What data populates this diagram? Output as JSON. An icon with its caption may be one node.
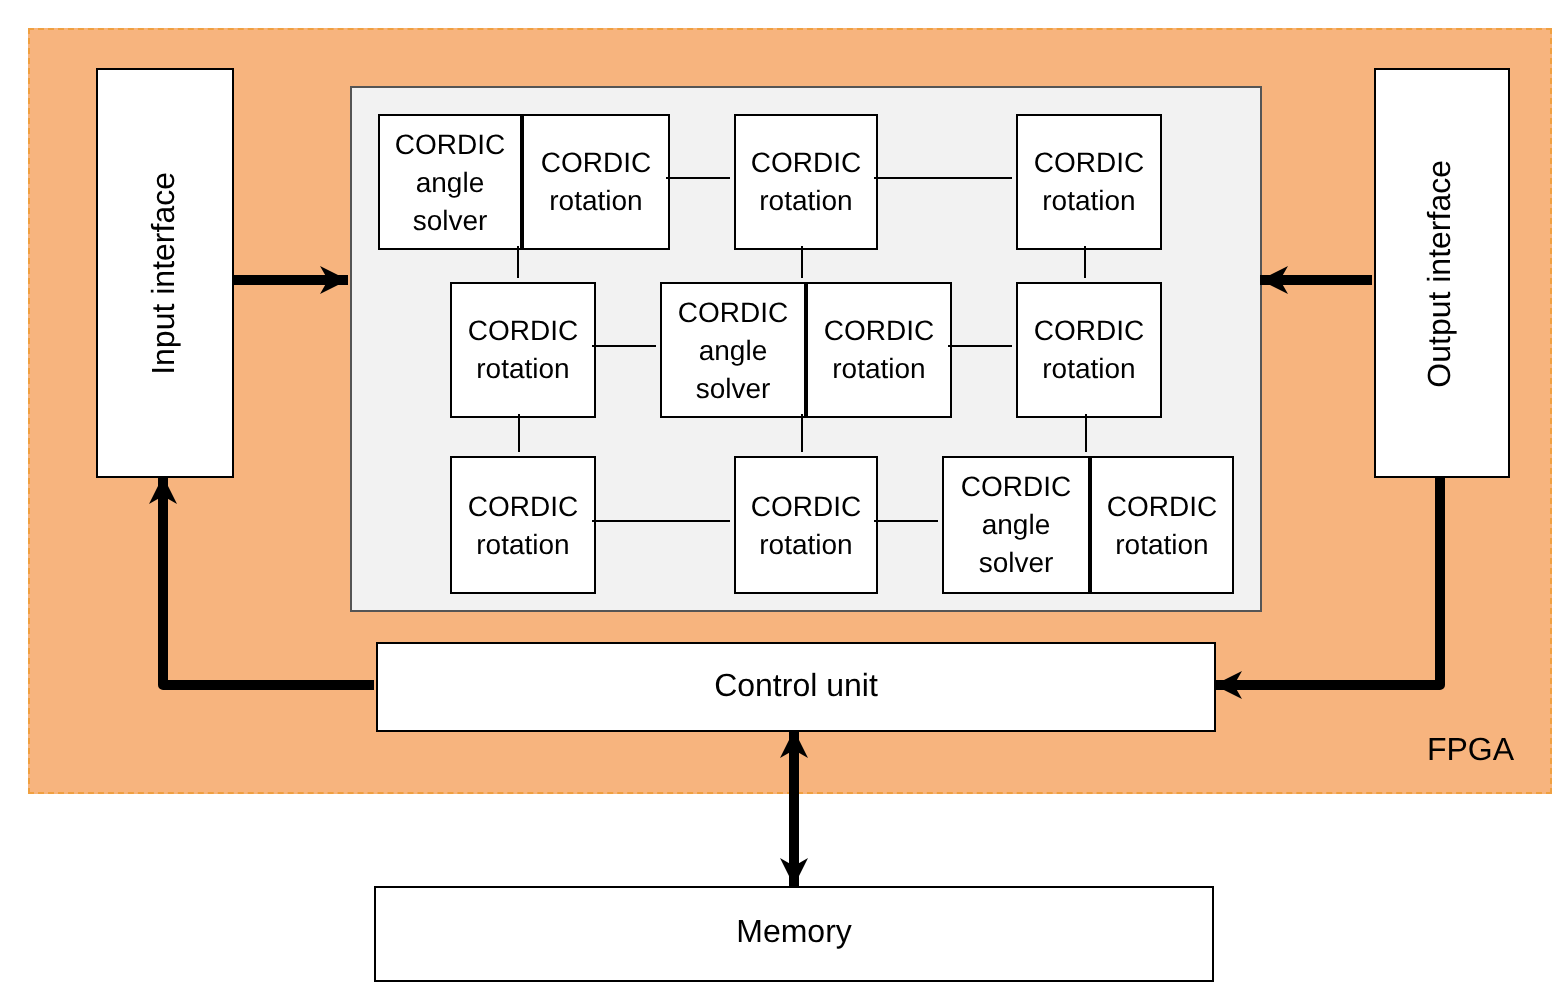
{
  "diagram": {
    "nodes": [
      {
        "text": [
          "FPGA"
        ]
      },
      {
        "text": [
          "Input interface"
        ],
        "in": 0
      },
      {
        "text": [],
        "shape": "box",
        "in": 0
      },
      {
        "text": [
          "Output interface"
        ],
        "in": 0
      },
      {
        "text": [
          "Control unit"
        ],
        "in": 0
      },
      {
        "text": [
          "Memory"
        ]
      },
      {
        "text": [
          "CORDIC angle solver"
        ],
        "in": 2
      },
      {
        "text": [
          "CORDIC rotation"
        ],
        "in": 2
      },
      {
        "text": [
          "CORDIC rotation"
        ],
        "in": 2
      },
      {
        "text": [
          "CORDIC rotation"
        ],
        "in": 2
      },
      {
        "text": [
          "CORDIC rotation"
        ],
        "in": 2
      },
      {
        "text": [
          "CORDIC angle solver"
        ],
        "in": 2
      },
      {
        "text": [
          "CORDIC rotation"
        ],
        "in": 2
      },
      {
        "text": [
          "CORDIC rotation"
        ],
        "in": 2
      },
      {
        "text": [
          "CORDIC rotation"
        ],
        "in": 2
      },
      {
        "text": [
          "CORDIC rotation"
        ],
        "in": 2
      },
      {
        "text": [
          "CORDIC angle solver"
        ],
        "in": 2
      },
      {
        "text": [
          "CORDIC rotation"
        ],
        "in": 2
      }
    ],
    "edges": [
      {
        "from": 1,
        "to": 2,
        "arrow": "to",
        "style": "thick"
      },
      {
        "from": 3,
        "to": 2,
        "arrow": "to",
        "style": "thick"
      },
      {
        "from": 4,
        "to": 1,
        "arrow": "to",
        "style": "thick"
      },
      {
        "from": 3,
        "to": 4,
        "arrow": "to",
        "style": "thick"
      },
      {
        "from": 4,
        "to": 5,
        "arrow": "both",
        "style": "thick"
      },
      {
        "from": 7,
        "to": 8,
        "arrow": "none"
      },
      {
        "from": 8,
        "to": 9,
        "arrow": "none"
      },
      {
        "from": 6,
        "to": 10,
        "arrow": "none"
      },
      {
        "from": 8,
        "to": 11,
        "arrow": "none"
      },
      {
        "from": 9,
        "to": 13,
        "arrow": "none"
      },
      {
        "from": 10,
        "to": 11,
        "arrow": "none"
      },
      {
        "from": 12,
        "to": 13,
        "arrow": "none"
      },
      {
        "from": 10,
        "to": 14,
        "arrow": "none"
      },
      {
        "from": 11,
        "to": 15,
        "arrow": "none"
      },
      {
        "from": 13,
        "to": 16,
        "arrow": "none"
      },
      {
        "from": 14,
        "to": 15,
        "arrow": "none"
      },
      {
        "from": 15,
        "to": 16,
        "arrow": "none"
      }
    ]
  }
}
